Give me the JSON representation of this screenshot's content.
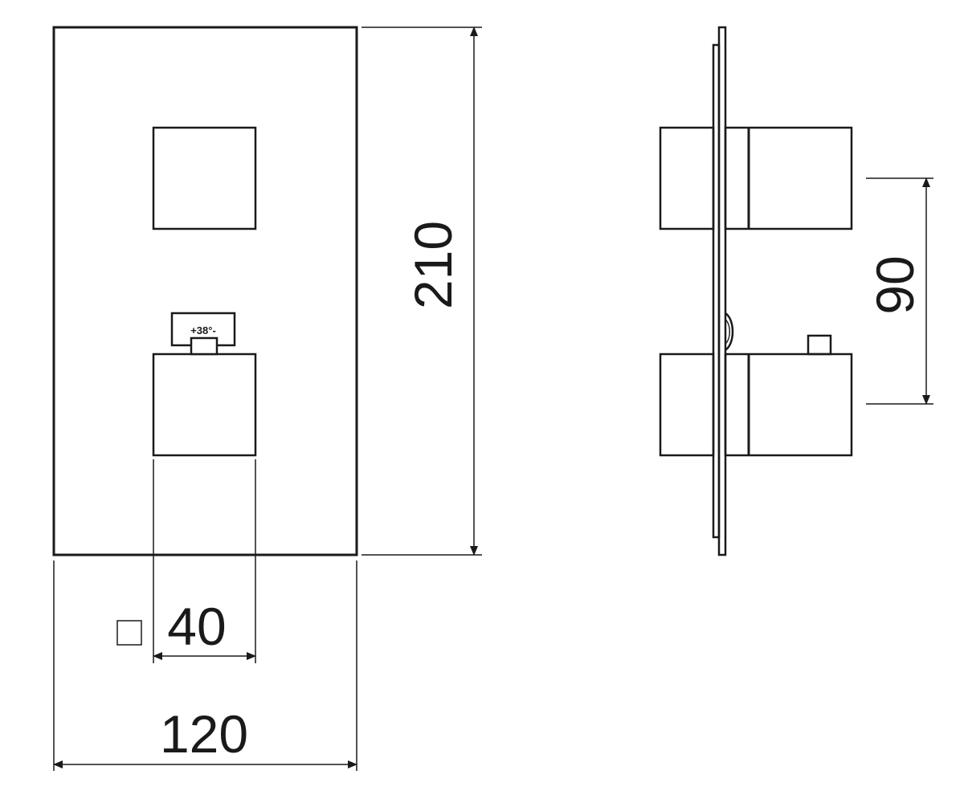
{
  "dimensions": {
    "overall_height": "210",
    "overall_width": "120",
    "knob_size": "40",
    "knob_spacing": "90"
  },
  "temperature_label": "+38°-",
  "square_symbol": "square-section-icon",
  "colors": {
    "line": "#1a1a1a",
    "background": "#ffffff"
  }
}
